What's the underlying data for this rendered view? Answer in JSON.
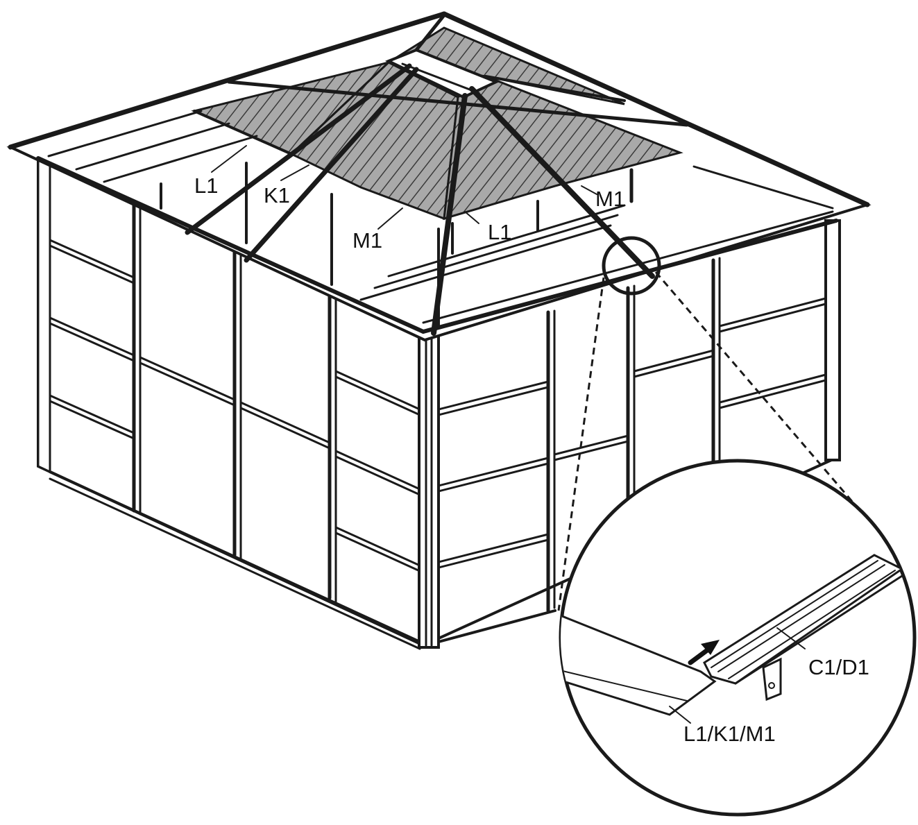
{
  "labels": {
    "l1_left": "L1",
    "k1": "K1",
    "m1_front": "M1",
    "m1_right": "M1",
    "l1_right": "L1",
    "c1_d1": "C1/D1",
    "l1_k1_m1": "L1/K1/M1"
  },
  "colors": {
    "line": "#1a1a1a",
    "roof_panel_fill": "#8c8c8c",
    "wall_fill": "#ffffff",
    "background": "#ffffff"
  },
  "icons": {
    "detail_arrow": "arrow-up-right-icon"
  }
}
